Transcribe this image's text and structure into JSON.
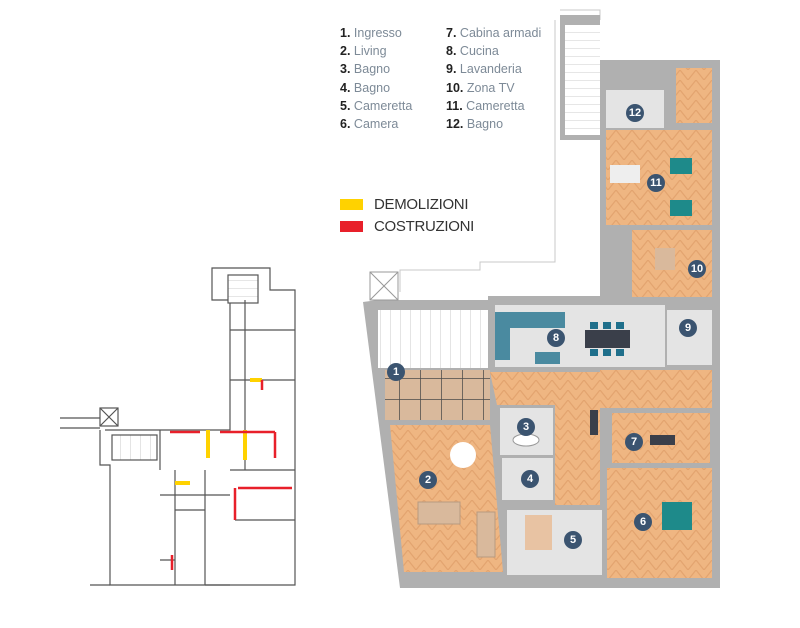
{
  "legend": {
    "rooms": [
      {
        "num": "1.",
        "name": "Ingresso"
      },
      {
        "num": "2.",
        "name": "Living"
      },
      {
        "num": "3.",
        "name": "Bagno"
      },
      {
        "num": "4.",
        "name": "Bagno"
      },
      {
        "num": "5.",
        "name": "Cameretta"
      },
      {
        "num": "6.",
        "name": "Camera"
      },
      {
        "num": "7.",
        "name": "Cabina armadi"
      },
      {
        "num": "8.",
        "name": "Cucina"
      },
      {
        "num": "9.",
        "name": "Lavanderia"
      },
      {
        "num": "10.",
        "name": "Zona TV"
      },
      {
        "num": "11.",
        "name": "Cameretta"
      },
      {
        "num": "12.",
        "name": "Bagno"
      }
    ],
    "demolizioni": {
      "label": "DEMOLIZIONI",
      "color": "#ffd200"
    },
    "costruzioni": {
      "label": "COSTRUZIONI",
      "color": "#e8202a"
    }
  },
  "badges": [
    "1",
    "2",
    "3",
    "4",
    "5",
    "6",
    "7",
    "8",
    "9",
    "10",
    "11",
    "12"
  ],
  "colors": {
    "wood": "#efb682",
    "tile": "#e3e3e3",
    "wall": "#b0b0b0",
    "badge": "#3b5470",
    "teal": "#2a7f8c"
  }
}
